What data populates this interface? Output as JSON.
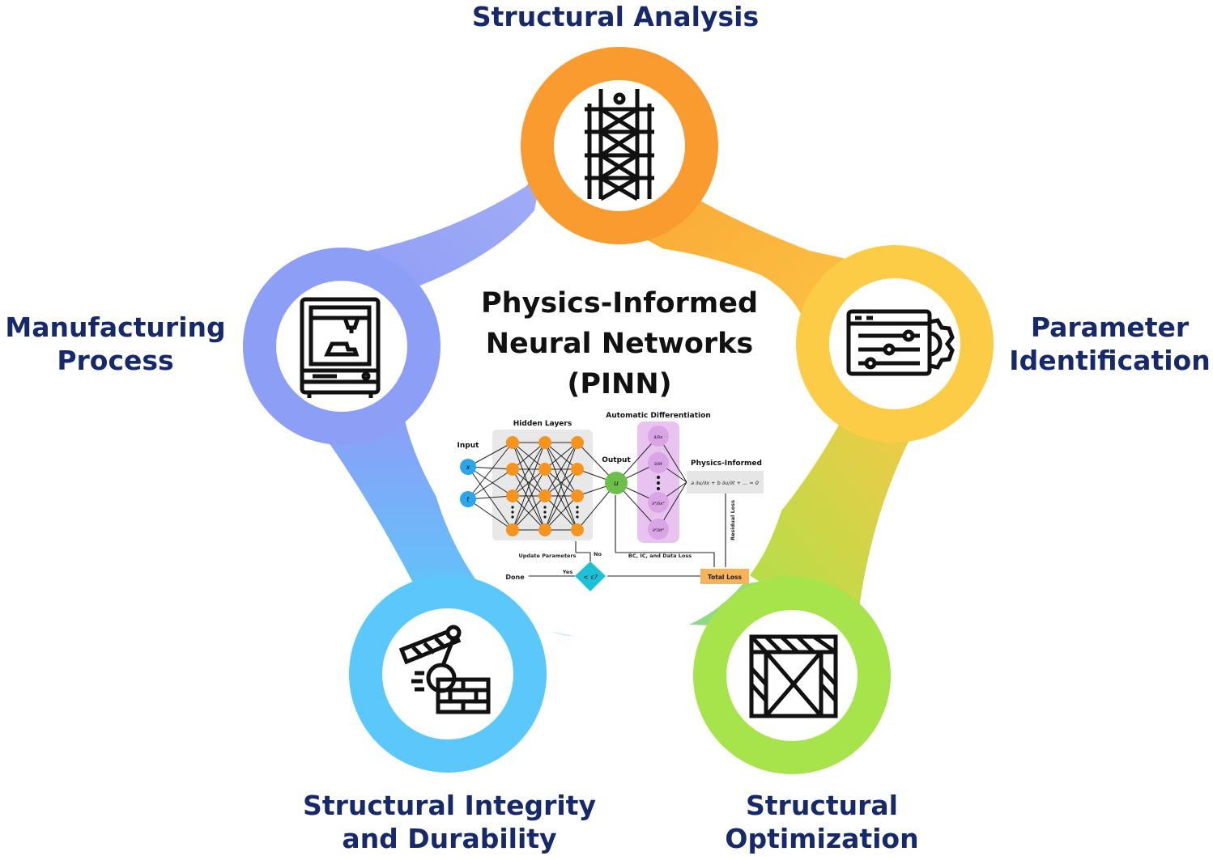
{
  "title": {
    "line1": "Physics-Informed",
    "line2": "Neural Networks",
    "line3": "(PINN)"
  },
  "applications": {
    "top": {
      "label": "Structural Analysis",
      "icon": "scaffolding-icon",
      "color": "#f99b2f"
    },
    "right": {
      "line1": "Parameter",
      "line2": "Identification",
      "icon": "settings-window-icon",
      "color": "#fccc47"
    },
    "bottom_right": {
      "line1": "Structural",
      "line2": "Optimization",
      "icon": "truss-frame-icon",
      "color": "#a7e34a"
    },
    "bottom_left": {
      "line1": "Structural Integrity",
      "line2": "and Durability",
      "icon": "wrecking-ball-icon",
      "color": "#5ac8fa"
    },
    "left": {
      "line1": "Manufacturing",
      "line2": "Process",
      "icon": "3d-printer-icon",
      "color": "#8d9ef7"
    }
  },
  "pinn_diagram": {
    "hidden_layers": "Hidden Layers",
    "input": "Input",
    "input_x": "x",
    "input_t": "t",
    "output": "Output",
    "output_u": "u",
    "autodiff": "Automatic Differentiation",
    "physics_informed": "Physics-Informed",
    "equation": "a ∂u/∂x + b ∂u/∂t + ... = 0",
    "residual_loss": "Residual Loss",
    "bc_ic_data": "BC, IC, and Data Loss",
    "update_parameters": "Update Parameters",
    "no": "No",
    "yes": "Yes",
    "done": "Done",
    "check": "< ε?",
    "total_loss": "Total Loss",
    "deriv_1": "∂/∂x",
    "deriv_2": "∂/∂t",
    "deriv_3": "∂²/∂x²",
    "deriv_4": "∂²/∂t²",
    "colors": {
      "input": "#2aa7ea",
      "hidden": "#f7941d",
      "output": "#6cc04a",
      "autodiff": "#e9c3ef",
      "loss": "#f7b35c",
      "decision": "#1bc1d6"
    }
  }
}
